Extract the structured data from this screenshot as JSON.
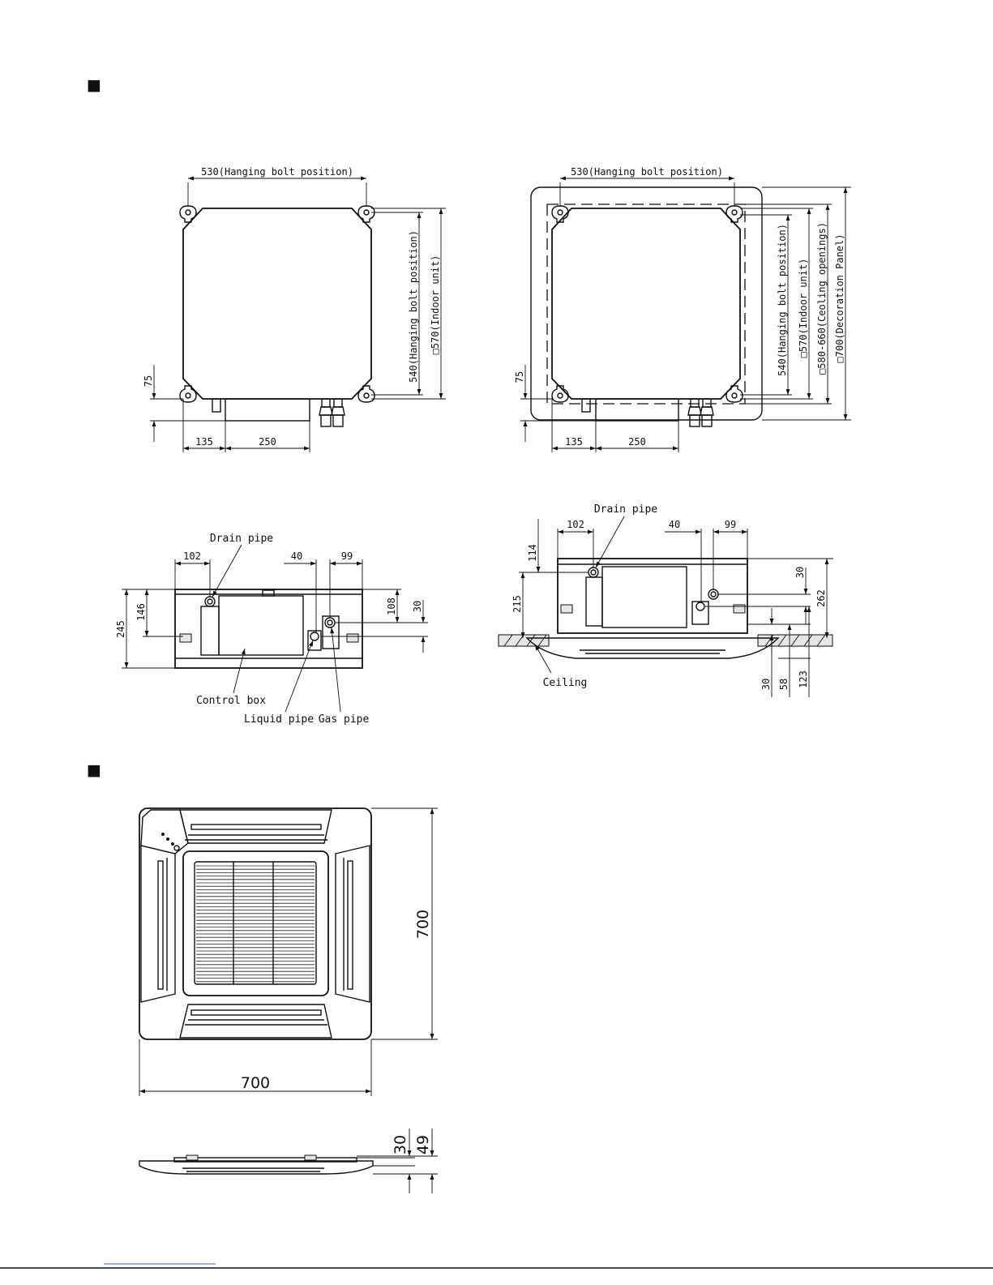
{
  "section_marker_1": "■",
  "section_marker_2": "■",
  "top_left": {
    "hanging_bolt_width": "530(Hanging bolt position)",
    "hanging_bolt_depth": "540(Hanging bolt position)",
    "indoor_unit": "□570(Indoor unit)",
    "offset_75": "75",
    "dim_135": "135",
    "dim_250": "250"
  },
  "top_right": {
    "hanging_bolt_width": "530(Hanging bolt position)",
    "hanging_bolt_depth": "540(Hanging bolt position)",
    "indoor_unit": "□570(Indoor unit)",
    "ceiling_openings": "□580-660(Ceoling openings)",
    "decoration_panel": "□700(Decoration Panel)",
    "offset_75": "75",
    "dim_135": "135",
    "dim_250": "250"
  },
  "side_left": {
    "drain_pipe": "Drain pipe",
    "control_box": "Control box",
    "liquid_pipe": "Liquid pipe",
    "gas_pipe": "Gas pipe",
    "dim_102": "102",
    "dim_40": "40",
    "dim_99": "99",
    "dim_245": "245",
    "dim_146": "146",
    "dim_108": "108",
    "dim_30": "30"
  },
  "side_right": {
    "drain_pipe": "Drain pipe",
    "ceiling": "Ceiling",
    "dim_102": "102",
    "dim_40": "40",
    "dim_99": "99",
    "dim_114": "114",
    "dim_215": "215",
    "dim_30_top": "30",
    "dim_262": "262",
    "dim_30_bottom": "30",
    "dim_58": "58",
    "dim_123": "123"
  },
  "panel": {
    "width": "700",
    "height": "700",
    "dim_30": "30",
    "dim_49": "49"
  }
}
